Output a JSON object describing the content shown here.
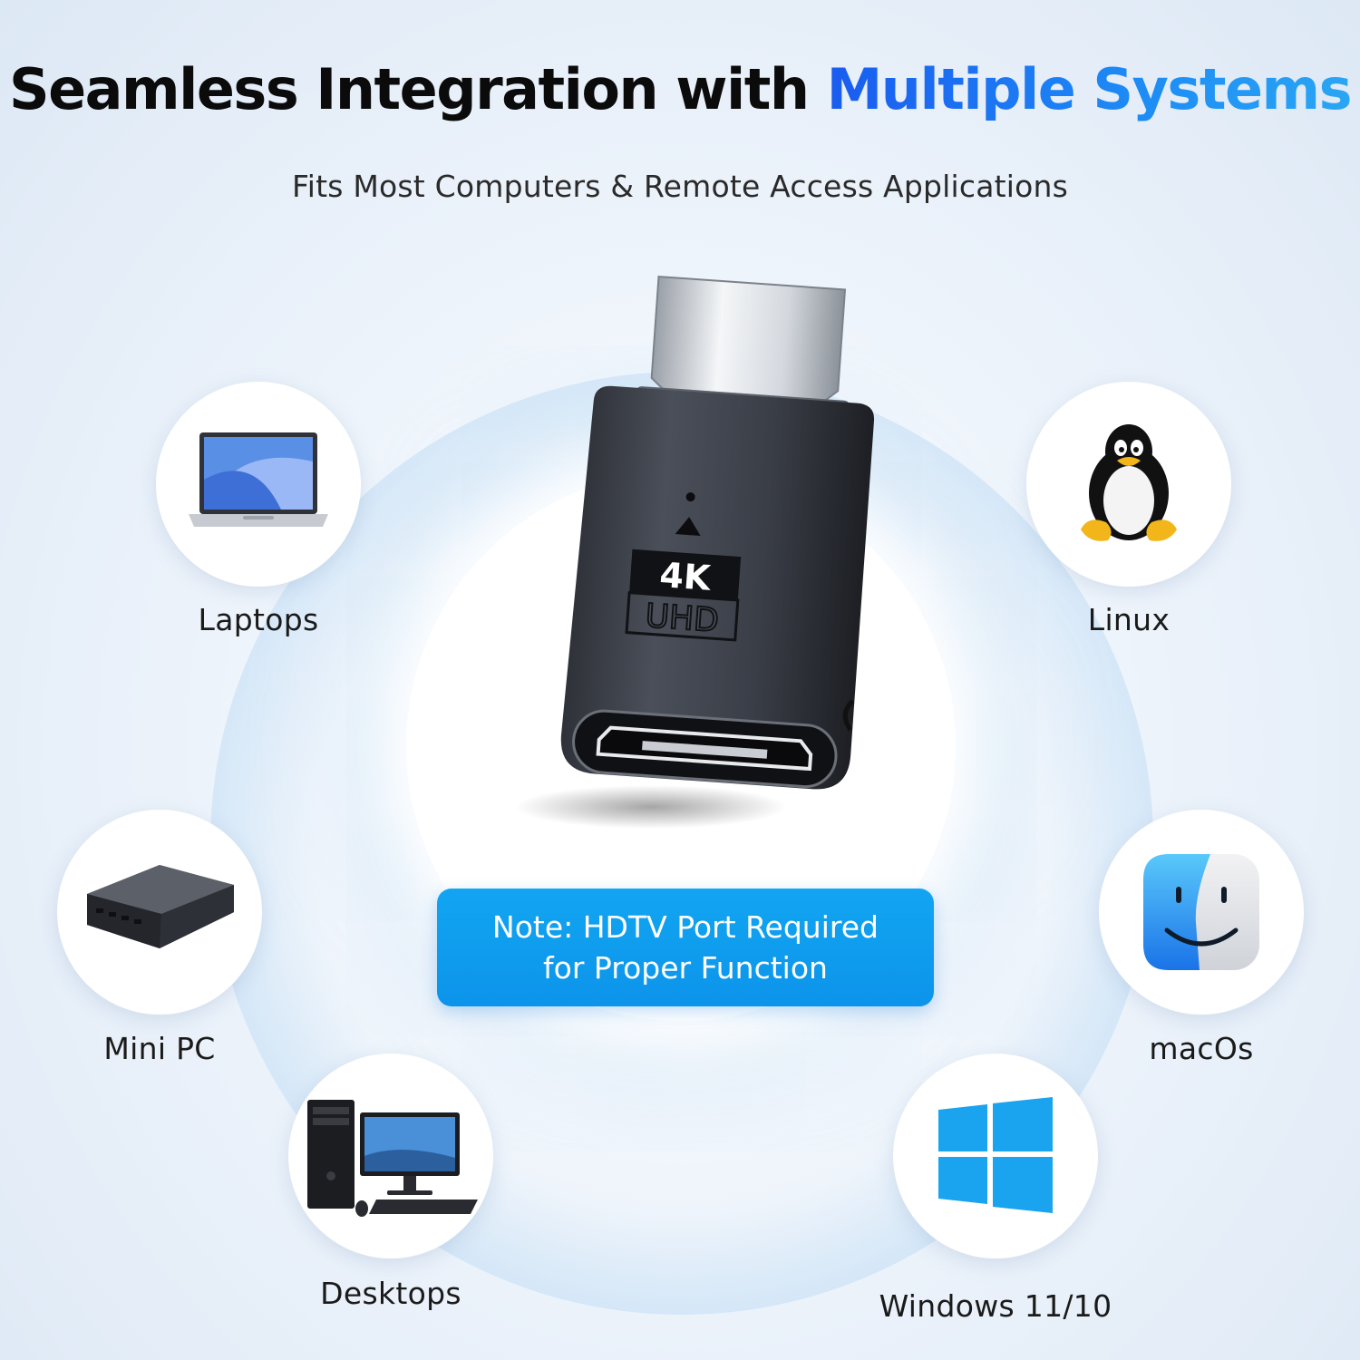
{
  "headline": {
    "prefix": "Seamless Integration with",
    "accent": "Multiple Systems"
  },
  "subheadline": "Fits Most Computers & Remote Access Applications",
  "product": {
    "badge_top": "4K",
    "badge_bottom": "UHD"
  },
  "note": {
    "line1": "Note: HDTV Port Required",
    "line2": "for Proper Function"
  },
  "systems": {
    "laptops": "Laptops",
    "linux": "Linux",
    "mini_pc": "Mini PC",
    "macos": "macOs",
    "desktops": "Desktops",
    "windows": "Windows 11/10"
  },
  "colors": {
    "accent_blue": "#1d7cf3",
    "note_blue": "#0f9cef",
    "windows_blue": "#1aa3ee"
  }
}
